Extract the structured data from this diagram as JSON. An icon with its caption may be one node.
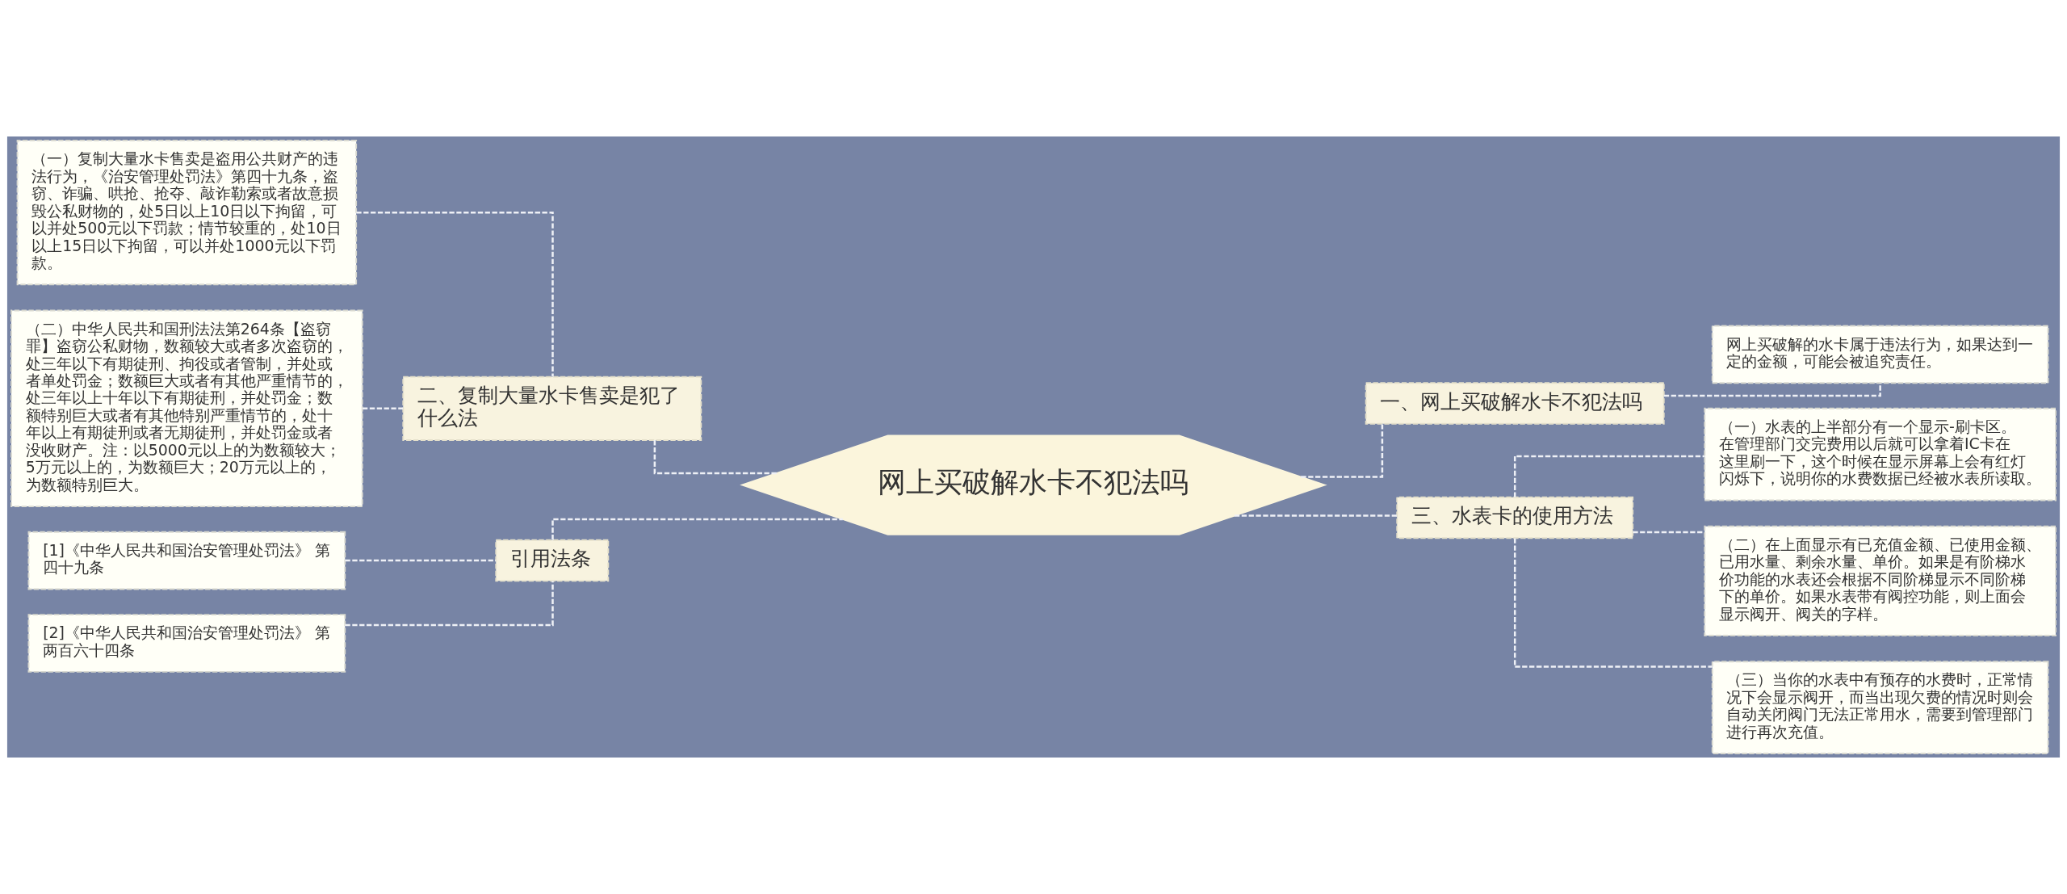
{
  "diagram": {
    "nodes": [
      {
        "text": [
          "网上买破解水卡不犯法吗"
        ]
      },
      {
        "text": [
          "二、复制大量水卡售卖是犯了什么法"
        ]
      },
      {
        "text": [
          "（一）复制大量水卡售卖是盗用公共财产的违法行为，《治安管理处罚法》第四十九条，盗窃、诈骗、哄抢、抢夺、敲诈勒索或者故意损毁公私财物的，处5日以上10日以下拘留，可以并处500元以下罚款；情节较重的，处10日以上15日以下拘留，可以并处1000元以下罚款。"
        ]
      },
      {
        "text": [
          "（二）中华人民共和国刑法法第264条【盗窃罪】盗窃公私财物，数额较大或者多次盗窃的，处三年以下有期徒刑、拘役或者管制，并处或者单处罚金；数额巨大或者有其他严重情节的，处三年以上十年以下有期徒刑，并处罚金；数额特别巨大或者有其他特别严重情节的，处十年以上有期徒刑或者无期徒刑，并处罚金或者没收财产。注：以5000元以上的为数额较大；5万元以上的，为数额巨大；20万元以上的，为数额特别巨大。"
        ]
      },
      {
        "text": [
          "引用法条"
        ]
      },
      {
        "text": [
          "[1]《中华人民共和国治安管理处罚法》 第四十九条"
        ]
      },
      {
        "text": [
          "[2]《中华人民共和国治安管理处罚法》 第两百六十四条"
        ]
      },
      {
        "text": [
          "一、网上买破解水卡不犯法吗"
        ]
      },
      {
        "text": [
          "网上买破解的水卡属于违法行为，如果达到一定的金额，可能会被追究责任。"
        ]
      },
      {
        "text": [
          "三、水表卡的使用方法"
        ]
      },
      {
        "text": [
          "（一）水表的上半部分有一个显示-刷卡区。在管理部门交完费用以后就可以拿着IC卡在这里刷一下，这个时候在显示屏幕上会有红灯闪烁下，说明你的水费数据已经被水表所读取。"
        ]
      },
      {
        "text": [
          "（二）在上面显示有已充值金额、已使用金额、已用水量、剩余水量、单价。如果是有阶梯水价功能的水表还会根据不同阶梯显示不同阶梯下的单价。如果水表带有阀控功能，则上面会显示阀开、阀关的字样。"
        ]
      },
      {
        "text": [
          "（三）当你的水表中有预存的水费时，正常情况下会显示阀开，而当出现欠费的情况时则会自动关闭阀门无法正常用水，需要到管理部门进行再次充值。"
        ]
      }
    ],
    "edges": [
      {
        "from": 2,
        "to": 1,
        "arrow": "none",
        "style": "dashed"
      },
      {
        "from": 3,
        "to": 1,
        "arrow": "none",
        "style": "dashed"
      },
      {
        "from": 1,
        "to": 0,
        "arrow": "none",
        "style": "dashed"
      },
      {
        "from": 5,
        "to": 4,
        "arrow": "none",
        "style": "dashed"
      },
      {
        "from": 6,
        "to": 4,
        "arrow": "none",
        "style": "dashed"
      },
      {
        "from": 4,
        "to": 0,
        "arrow": "none",
        "style": "dashed"
      },
      {
        "from": 0,
        "to": 7,
        "arrow": "none",
        "style": "dashed"
      },
      {
        "from": 7,
        "to": 8,
        "arrow": "none",
        "style": "dashed"
      },
      {
        "from": 0,
        "to": 9,
        "arrow": "none",
        "style": "dashed"
      },
      {
        "from": 9,
        "to": 10,
        "arrow": "none",
        "style": "dashed"
      },
      {
        "from": 9,
        "to": 11,
        "arrow": "none",
        "style": "dashed"
      },
      {
        "from": 9,
        "to": 12,
        "arrow": "none",
        "style": "dashed"
      }
    ]
  }
}
